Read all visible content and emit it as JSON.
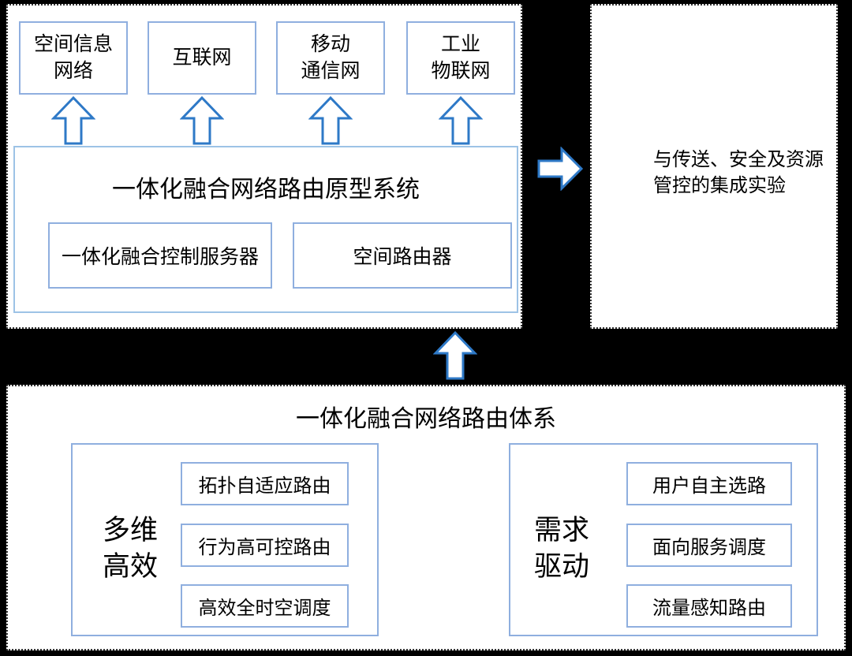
{
  "colors": {
    "background": "#000000",
    "panel_background": "#ffffff",
    "panel_border": "#333333",
    "box_border": "#8fafdf",
    "big_box_border": "#9dc3e6",
    "arrow_color": "#2e79c7",
    "text_color": "#000000"
  },
  "top_panel": {
    "networks": [
      {
        "line1": "空间信息",
        "line2": "网络"
      },
      {
        "line1": "互联网",
        "line2": ""
      },
      {
        "line1": "移动",
        "line2": "通信网"
      },
      {
        "line1": "工业",
        "line2": "物联网"
      }
    ],
    "system_box": {
      "title": "一体化融合网络路由原型系统",
      "components": [
        "一体化融合控制服务器",
        "空间路由器"
      ]
    }
  },
  "right_panel": {
    "line1": "与传送、安全及资源",
    "line2": "管控的集成实验"
  },
  "bottom_panel": {
    "title": "一体化融合网络路由体系",
    "groups": [
      {
        "label_line1": "多维",
        "label_line2": "高效",
        "items": [
          "拓扑自适应路由",
          "行为高可控路由",
          "高效全时空调度"
        ]
      },
      {
        "label_line1": "需求",
        "label_line2": "驱动",
        "items": [
          "用户自主选路",
          "面向服务调度",
          "流量感知路由"
        ]
      }
    ]
  }
}
